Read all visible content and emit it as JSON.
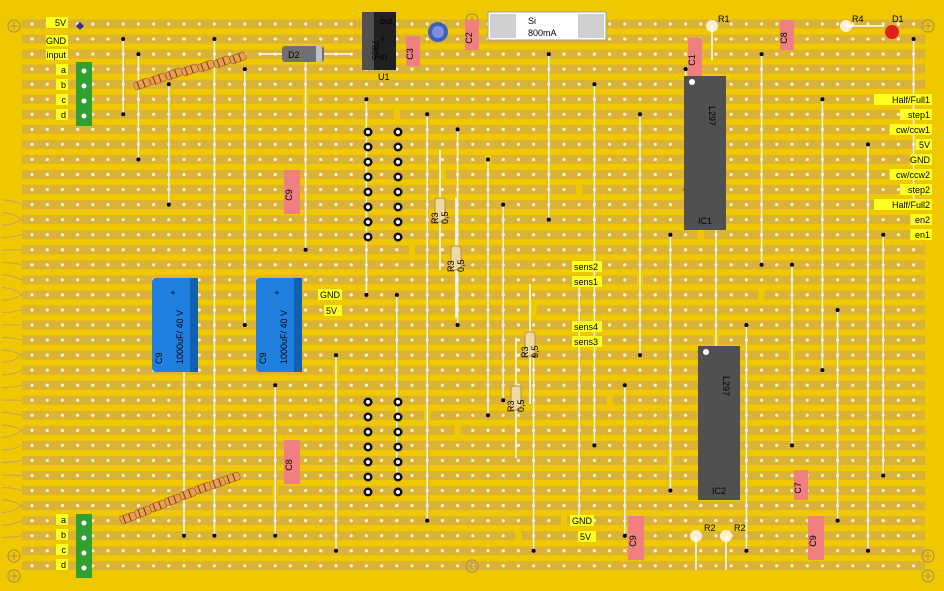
{
  "board": {
    "background": "#f0c800",
    "strip_color": "#c8a060",
    "hole_color": "#ffffff",
    "wire_color": "#f0f0f0",
    "resistor_color": "#e8a050",
    "capacitor_color": "#f08080",
    "ic_color": "#505050",
    "elcap_color": "#2080e0",
    "header_color": "#30a030"
  },
  "left_labels": {
    "top": [
      "5V",
      "GND",
      "input",
      "a",
      "b",
      "c",
      "d"
    ],
    "bottom": [
      "a",
      "b",
      "c",
      "d"
    ]
  },
  "right_labels": [
    "Half/Full1",
    "step1",
    "cw/ccw1",
    "5V",
    "GND",
    "cw/ccw2",
    "step2",
    "Half/Full2",
    "en2",
    "en1"
  ],
  "components": {
    "regulator": {
      "label": "7805",
      "ref": "U1",
      "pins": [
        "out",
        "+",
        "in"
      ]
    },
    "diode": "D2",
    "fuse": {
      "line1": "Si",
      "line2": "800mA"
    },
    "ic1": {
      "part": "L297",
      "ref": "IC1"
    },
    "ic2": {
      "part": "L297",
      "ref": "IC2"
    },
    "caps": [
      "C1",
      "C2",
      "C3",
      "C7",
      "C8",
      "C8",
      "C9",
      "C9",
      "C9",
      "C9"
    ],
    "elcap_left": {
      "value": "1000uF/ 40 V",
      "ref": "C9"
    },
    "elcap_right": {
      "value": "1000uF/ 40 V",
      "ref": "C9"
    },
    "resistors_top": [
      "R1",
      "R4",
      "D1"
    ],
    "resistors_bottom": [
      "R2",
      "R2"
    ],
    "sense_resistors": [
      {
        "ref": "R3",
        "val": "0,5"
      },
      {
        "ref": "R3",
        "val": "0,5"
      },
      {
        "ref": "R3",
        "val": "0,5"
      },
      {
        "ref": "R3",
        "val": "0,5"
      }
    ]
  },
  "mid_labels": {
    "gnd": "GND",
    "v5": "5V",
    "sens2": "sens2",
    "sens1": "sens1",
    "sens4": "sens4",
    "sens3": "sens3",
    "gnd_bottom": "GND",
    "v5_bottom": "5V"
  }
}
